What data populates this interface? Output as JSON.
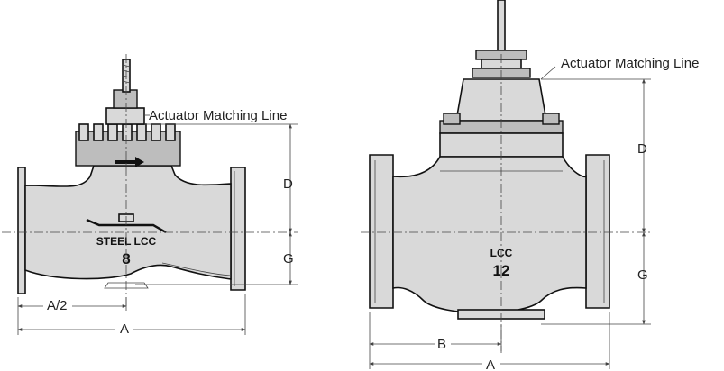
{
  "left_valve": {
    "callout": "Actuator Matching Line",
    "body_label": "STEEL LCC",
    "body_number": "8",
    "dims": {
      "d": "D",
      "g": "G",
      "a_half": "A/2",
      "a": "A"
    }
  },
  "right_valve": {
    "callout": "Actuator Matching Line",
    "body_label": "LCC",
    "body_number": "12",
    "dims": {
      "d": "D",
      "g": "G",
      "b": "B",
      "a": "A"
    }
  },
  "colors": {
    "body_fill": "#d9d9d9",
    "line": "#111111",
    "dimension": "#444444"
  }
}
